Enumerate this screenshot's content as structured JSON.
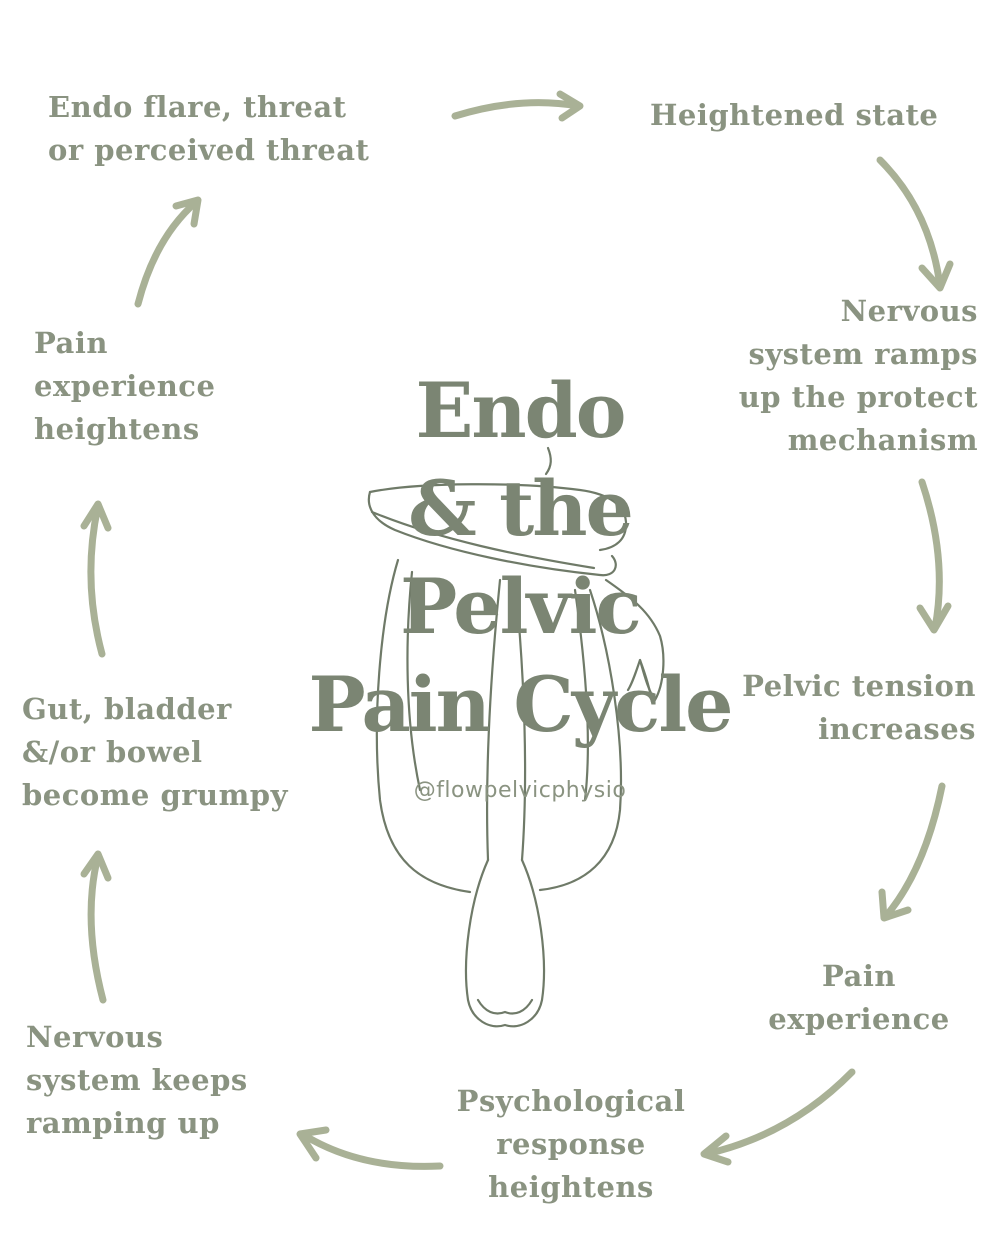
{
  "title": "Endo\n& the\nPelvic\nPain Cycle",
  "handle": "@flowpelvicphysio",
  "colors": {
    "text": "#8a9381",
    "title": "#7b8573",
    "arrow": "#a9b196",
    "figure_line": "#6f7a68"
  },
  "steps": [
    "Endo flare, threat\nor perceived threat",
    "Heightened  state",
    "Nervous\nsystem ramps\nup the protect\nmechanism",
    "Pelvic tension\nincreases",
    "Pain\nexperience",
    "Psychological\nresponse\nheightens",
    "Nervous\nsystem keeps\nramping up",
    "Gut, bladder\n&/or bowel\nbecome grumpy",
    "Pain\nexperience\nheightens"
  ]
}
